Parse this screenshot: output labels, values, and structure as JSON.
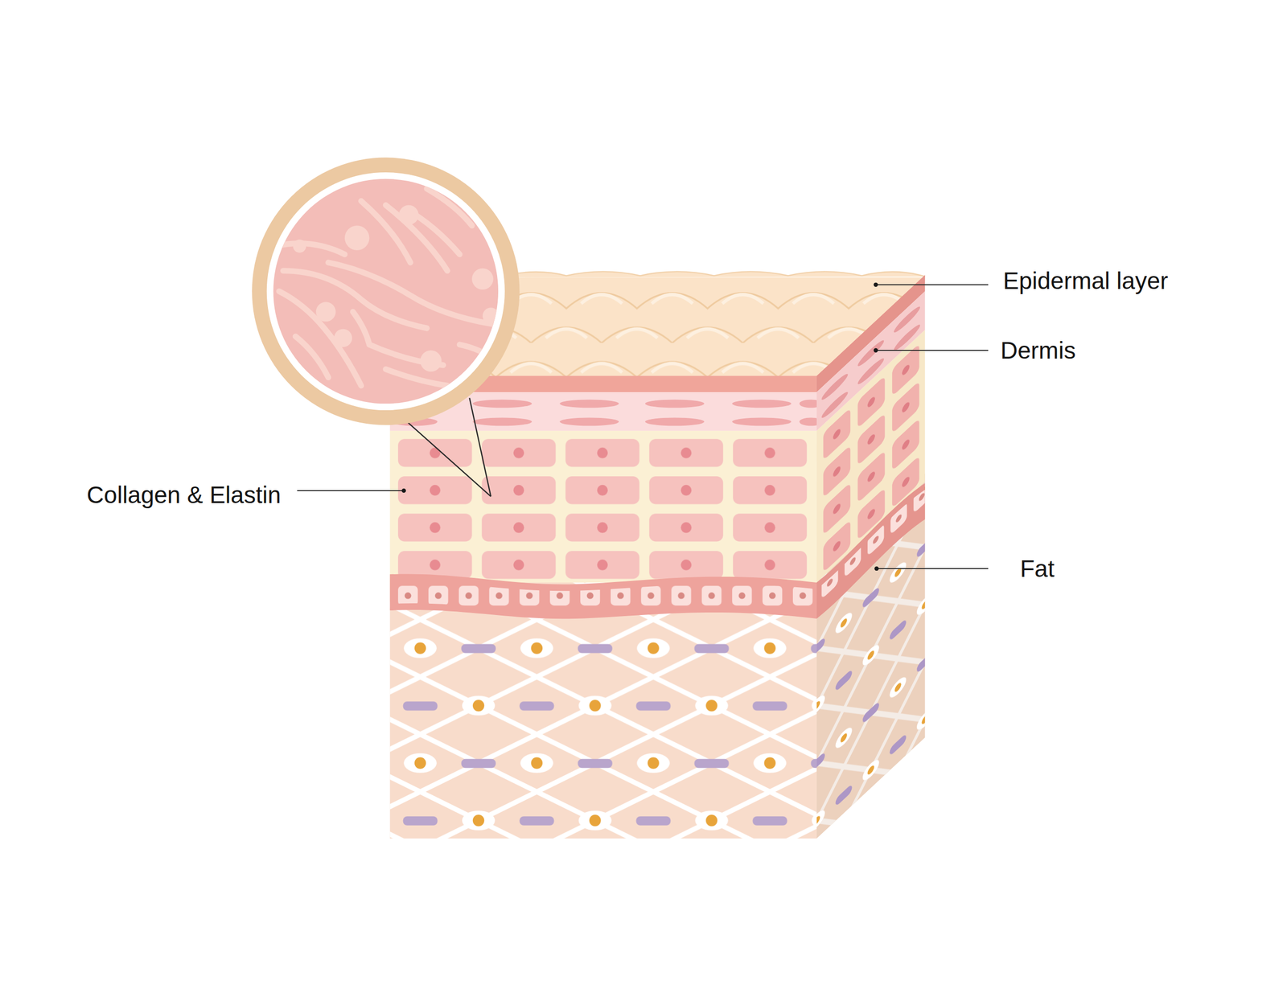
{
  "diagram": {
    "labels": [
      "Epidermal layer",
      "Dermis",
      "Collagen & Elastin",
      "Fat"
    ]
  }
}
